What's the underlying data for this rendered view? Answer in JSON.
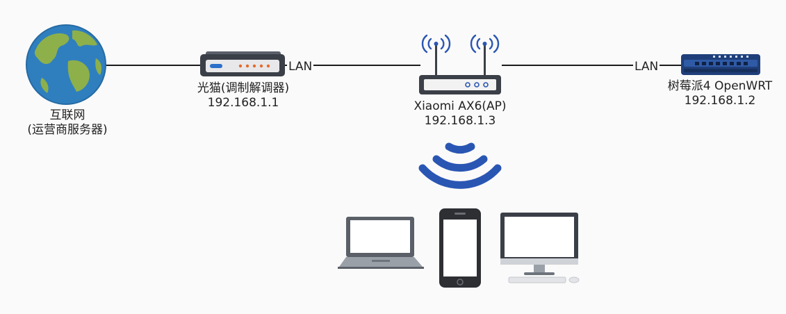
{
  "nodes": {
    "internet": {
      "name": "互联网",
      "sub": "(运营商服务器)"
    },
    "modem": {
      "name": "光猫(调制解调器)",
      "ip": "192.168.1.1"
    },
    "ap": {
      "name": "Xiaomi AX6(AP)",
      "ip": "192.168.1.3"
    },
    "rpi": {
      "name": "树莓派4 OpenWRT",
      "ip": "192.168.1.2"
    }
  },
  "ports": {
    "modem_ap": "LAN",
    "ap_rpi": "LAN"
  },
  "clients": [
    "laptop-icon",
    "phone-icon",
    "desktop-icon"
  ],
  "colors": {
    "line": "#1a1a1a",
    "wifi": "#2a56b3",
    "ocean": "#2f7fbf",
    "land": "#8db04a",
    "device_dark": "#3b3f47",
    "led": "#e56a2a",
    "rpi_blue": "#1f3f7a"
  }
}
